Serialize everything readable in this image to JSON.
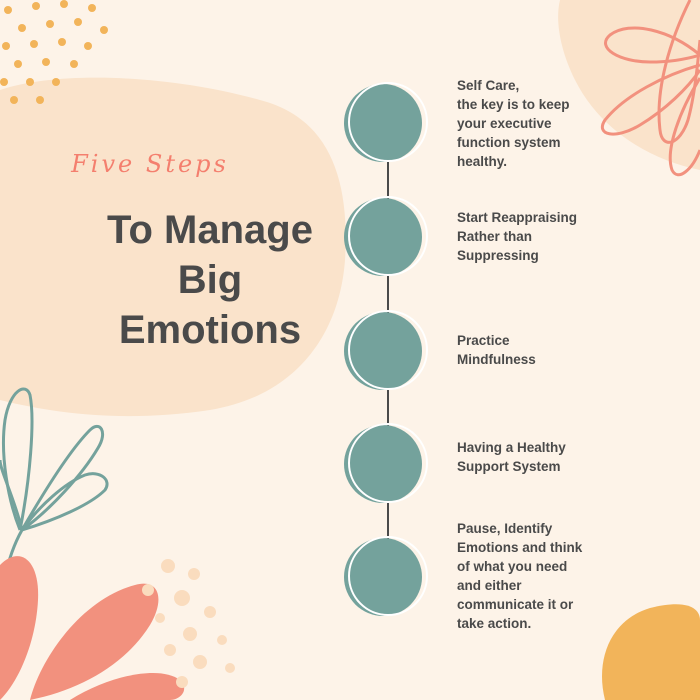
{
  "header": {
    "script_title": "Five Steps",
    "title_lines": [
      "To Manage",
      "Big",
      "Emotions"
    ]
  },
  "steps": [
    {
      "lines": [
        "Self Care,",
        "the key is to keep",
        "your executive",
        "function system",
        "healthy."
      ]
    },
    {
      "lines": [
        "Start Reappraising",
        "Rather than",
        "Suppressing"
      ]
    },
    {
      "lines": [
        "Practice",
        "Mindfulness"
      ]
    },
    {
      "lines": [
        "Having a Healthy",
        "Support System"
      ]
    },
    {
      "lines": [
        "Pause, Identify",
        "Emotions and think",
        "of what you need",
        "and either",
        "communicate it or",
        "take action."
      ]
    }
  ],
  "colors": {
    "background": "#fdf3e8",
    "blob": "#fae3cb",
    "teal": "#74a29c",
    "coral": "#f2917e",
    "mustard": "#f2b45a",
    "text": "#4a4a4a",
    "accent": "#f47f6e"
  },
  "decorations": [
    "dots-top-left",
    "flower-outline-top-right",
    "leaf-outline-left",
    "coral-leaves-bottom-left",
    "dots-bottom-left",
    "mustard-blob-bottom-right"
  ]
}
